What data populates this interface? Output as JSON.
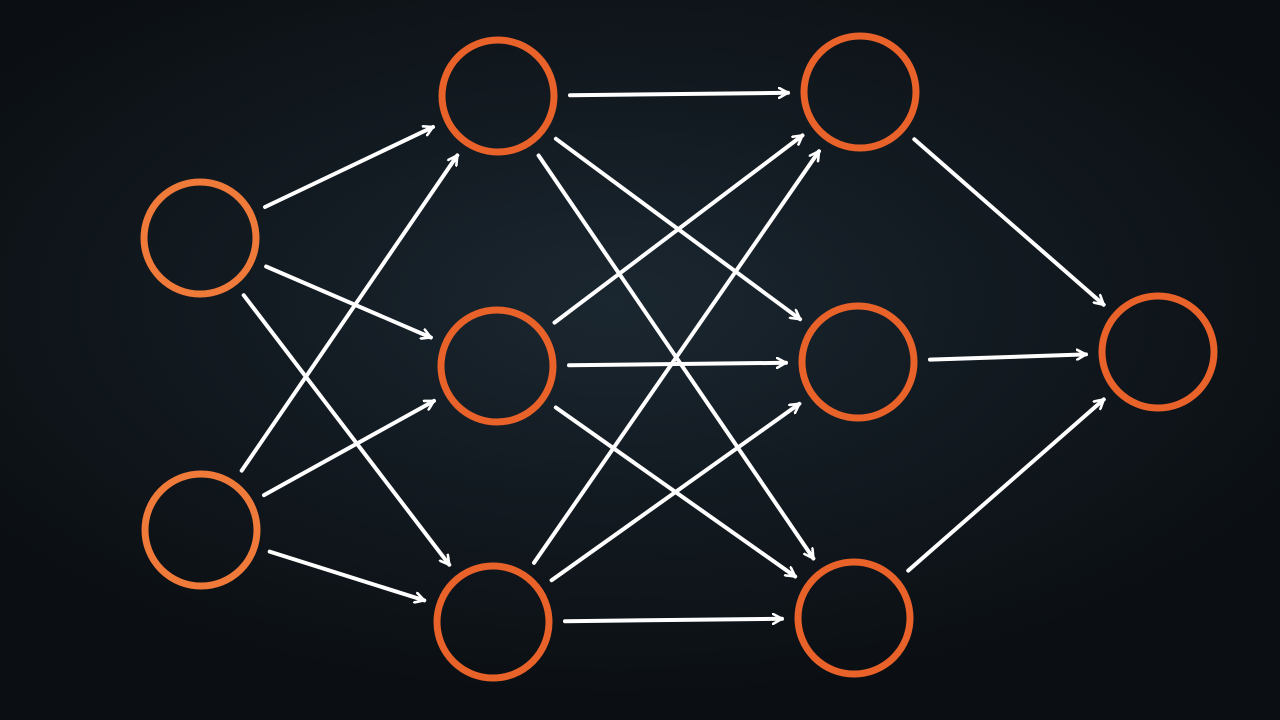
{
  "diagram": {
    "type": "neural-network",
    "colors": {
      "node_stroke": "#e8622a",
      "node_stroke_light": "#ef7a3a",
      "edge": "#ffffff",
      "background": "#141d24"
    },
    "layers": [
      {
        "name": "input",
        "nodes": [
          "i1",
          "i2"
        ]
      },
      {
        "name": "hidden-1",
        "nodes": [
          "a1",
          "a2",
          "a3"
        ]
      },
      {
        "name": "hidden-2",
        "nodes": [
          "b1",
          "b2",
          "b3"
        ]
      },
      {
        "name": "output",
        "nodes": [
          "o1"
        ]
      }
    ],
    "edges": [
      [
        "i1",
        "a1"
      ],
      [
        "i1",
        "a2"
      ],
      [
        "i1",
        "a3"
      ],
      [
        "i2",
        "a1"
      ],
      [
        "i2",
        "a2"
      ],
      [
        "i2",
        "a3"
      ],
      [
        "a1",
        "b1"
      ],
      [
        "a1",
        "b2"
      ],
      [
        "a1",
        "b3"
      ],
      [
        "a2",
        "b1"
      ],
      [
        "a2",
        "b2"
      ],
      [
        "a2",
        "b3"
      ],
      [
        "a3",
        "b1"
      ],
      [
        "a3",
        "b2"
      ],
      [
        "a3",
        "b3"
      ],
      [
        "b1",
        "o1"
      ],
      [
        "b2",
        "o1"
      ],
      [
        "b3",
        "o1"
      ]
    ]
  }
}
